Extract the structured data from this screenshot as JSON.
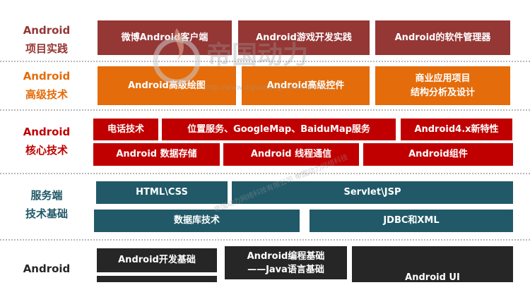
{
  "watermark": {
    "brand": "帝国动力",
    "url": "http://www.diguodongli.taobao.com",
    "diagonal": "帝国动力网络科技有限公司   帝国动力网络科技"
  },
  "tiers": {
    "project": {
      "label_line1": "Android",
      "label_line2": "项目实践",
      "color": "#953735",
      "items": [
        "微博Android客户端",
        "Android游戏开发实践",
        "Android的软件管理器"
      ]
    },
    "advanced": {
      "label_line1": "Android",
      "label_line2": "高级技术",
      "color": "#e46c0a",
      "items": [
        "Android高级绘图",
        "Android高级控件",
        "商业应用项目",
        "结构分析及设计"
      ]
    },
    "core": {
      "label_line1": "Android",
      "label_line2": "核心技术",
      "color": "#c00000",
      "items": [
        "电话技术",
        "位置服务、GoogleMap、BaiduMap服务",
        "Android4.x新特性",
        "Android 数据存储",
        "Android 线程通信",
        "Android组件"
      ]
    },
    "server": {
      "label_line1": "服务端",
      "label_line2": "技术基础",
      "color": "#215968",
      "items": [
        "HTML\\CSS",
        "Servlet\\JSP",
        "数据库技术",
        "JDBC和XML"
      ]
    },
    "base": {
      "label_line1": "Android",
      "color": "#262626",
      "items": [
        "Android开发基础",
        "Android编程基础",
        "——Java语言基础",
        "Android UI"
      ]
    }
  }
}
